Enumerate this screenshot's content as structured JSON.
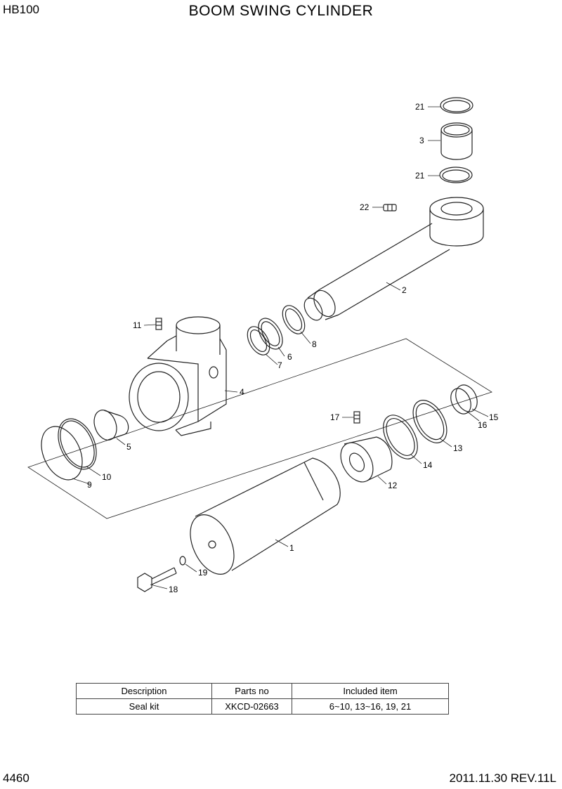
{
  "header": {
    "model": "HB100",
    "title": "BOOM SWING CYLINDER"
  },
  "callouts": [
    "21",
    "3",
    "21",
    "22",
    "2",
    "8",
    "6",
    "7",
    "11",
    "4",
    "15",
    "16",
    "13",
    "17",
    "14",
    "12",
    "5",
    "10",
    "9",
    "1",
    "19",
    "18"
  ],
  "kit_table": {
    "headers": [
      "Description",
      "Parts no",
      "Included item"
    ],
    "rows": [
      [
        "Seal kit",
        "XKCD-02663",
        "6~10, 13~16, 19, 21"
      ]
    ]
  },
  "footer": {
    "page": "4460",
    "revision": "2011.11.30  REV.11L"
  }
}
